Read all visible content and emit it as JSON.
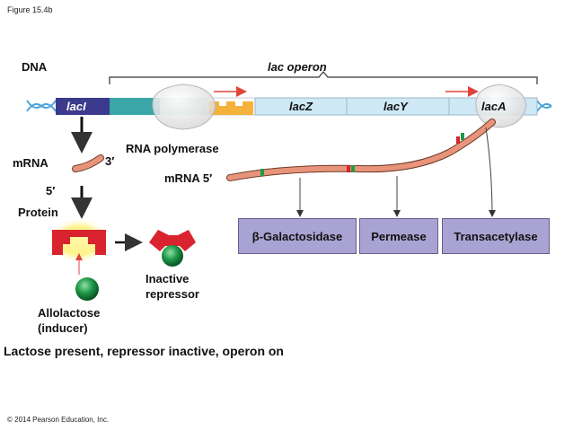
{
  "figure_label": "Figure 15.4b",
  "dna_label": "DNA",
  "operon_label": "lac operon",
  "genes": {
    "lacI": "lacI",
    "lacZ": "lacZ",
    "lacY": "lacY",
    "lacA": "lacA"
  },
  "rna_polymerase_label": "RNA polymerase",
  "mrna_left": {
    "label": "mRNA",
    "three_prime": "3′",
    "five_prime": "5′"
  },
  "mrna_right_label": "mRNA 5′",
  "protein_label": "Protein",
  "inactive_repressor_label": [
    "Inactive",
    "repressor"
  ],
  "allolactose_label": [
    "Allolactose",
    "(inducer)"
  ],
  "enzymes": [
    "β-Galactosidase",
    "Permease",
    "Transacetylase"
  ],
  "caption": "Lactose present, repressor inactive, operon on",
  "copyright": "© 2014 Pearson Education, Inc.",
  "colors": {
    "lacI": "#3b3a8c",
    "promoter": "#3aa6a8",
    "operator": "#f4b23a",
    "genes": "#cfe8f6",
    "mrna": "#e8947a",
    "repressor": "#d9232e",
    "inducer": "#1f9a48",
    "enzyme_box": "#a9a3d3",
    "arrow_red": "#e0453a"
  }
}
